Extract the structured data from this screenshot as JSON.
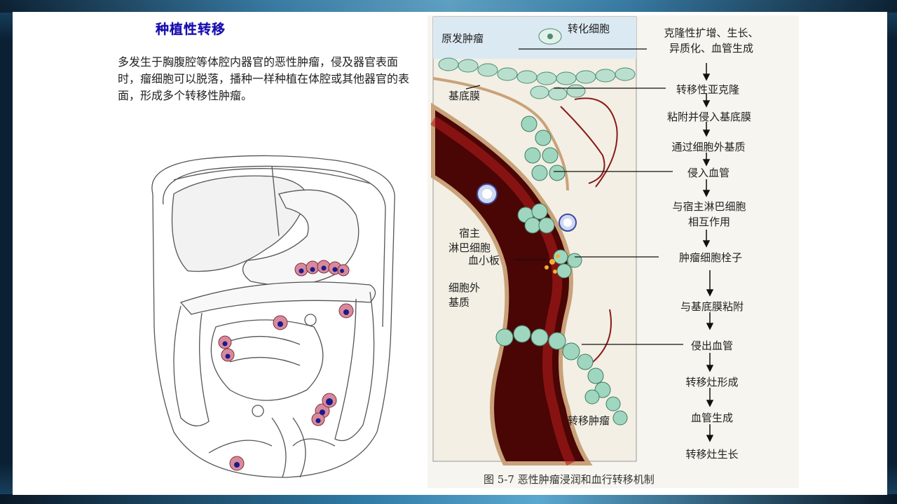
{
  "slide": {
    "title": "种植性转移",
    "paragraph": "多发生于胸腹腔等体腔内器官的恶性肿瘤，侵及器官表面时，瘤细胞可以脱落，播种一样种植在体腔或其他器官的表面，形成多个转移性肿瘤。"
  },
  "diagram": {
    "labels": {
      "primary_tumor": "原发肿瘤",
      "transformed_cell": "转化细胞",
      "basement_membrane": "基底膜",
      "host_lymphocyte": "宿主\n淋巴细胞",
      "platelet": "血小板",
      "ecm": "细胞外\n基质",
      "metastatic_tumor": "转移肿瘤"
    },
    "steps": [
      "克隆性扩增、生长、\n异质化、血管生成",
      "转移性亚克隆",
      "粘附并侵入基底膜",
      "通过细胞外基质",
      "侵入血管",
      "与宿主淋巴细胞\n相互作用",
      "肿瘤细胞栓子",
      "与基底膜粘附",
      "侵出血管",
      "转移灶形成",
      "血管生成",
      "转移灶生长"
    ],
    "caption": "图 5-7    恶性肿瘤浸润和血行转移机制"
  },
  "colors": {
    "title": "#1a0ea8",
    "vessel": "#6b0a0a",
    "cell": "#9fd6c0",
    "tumor_nodule": "#d88a9a",
    "nucleus": "#1a1a8c"
  }
}
